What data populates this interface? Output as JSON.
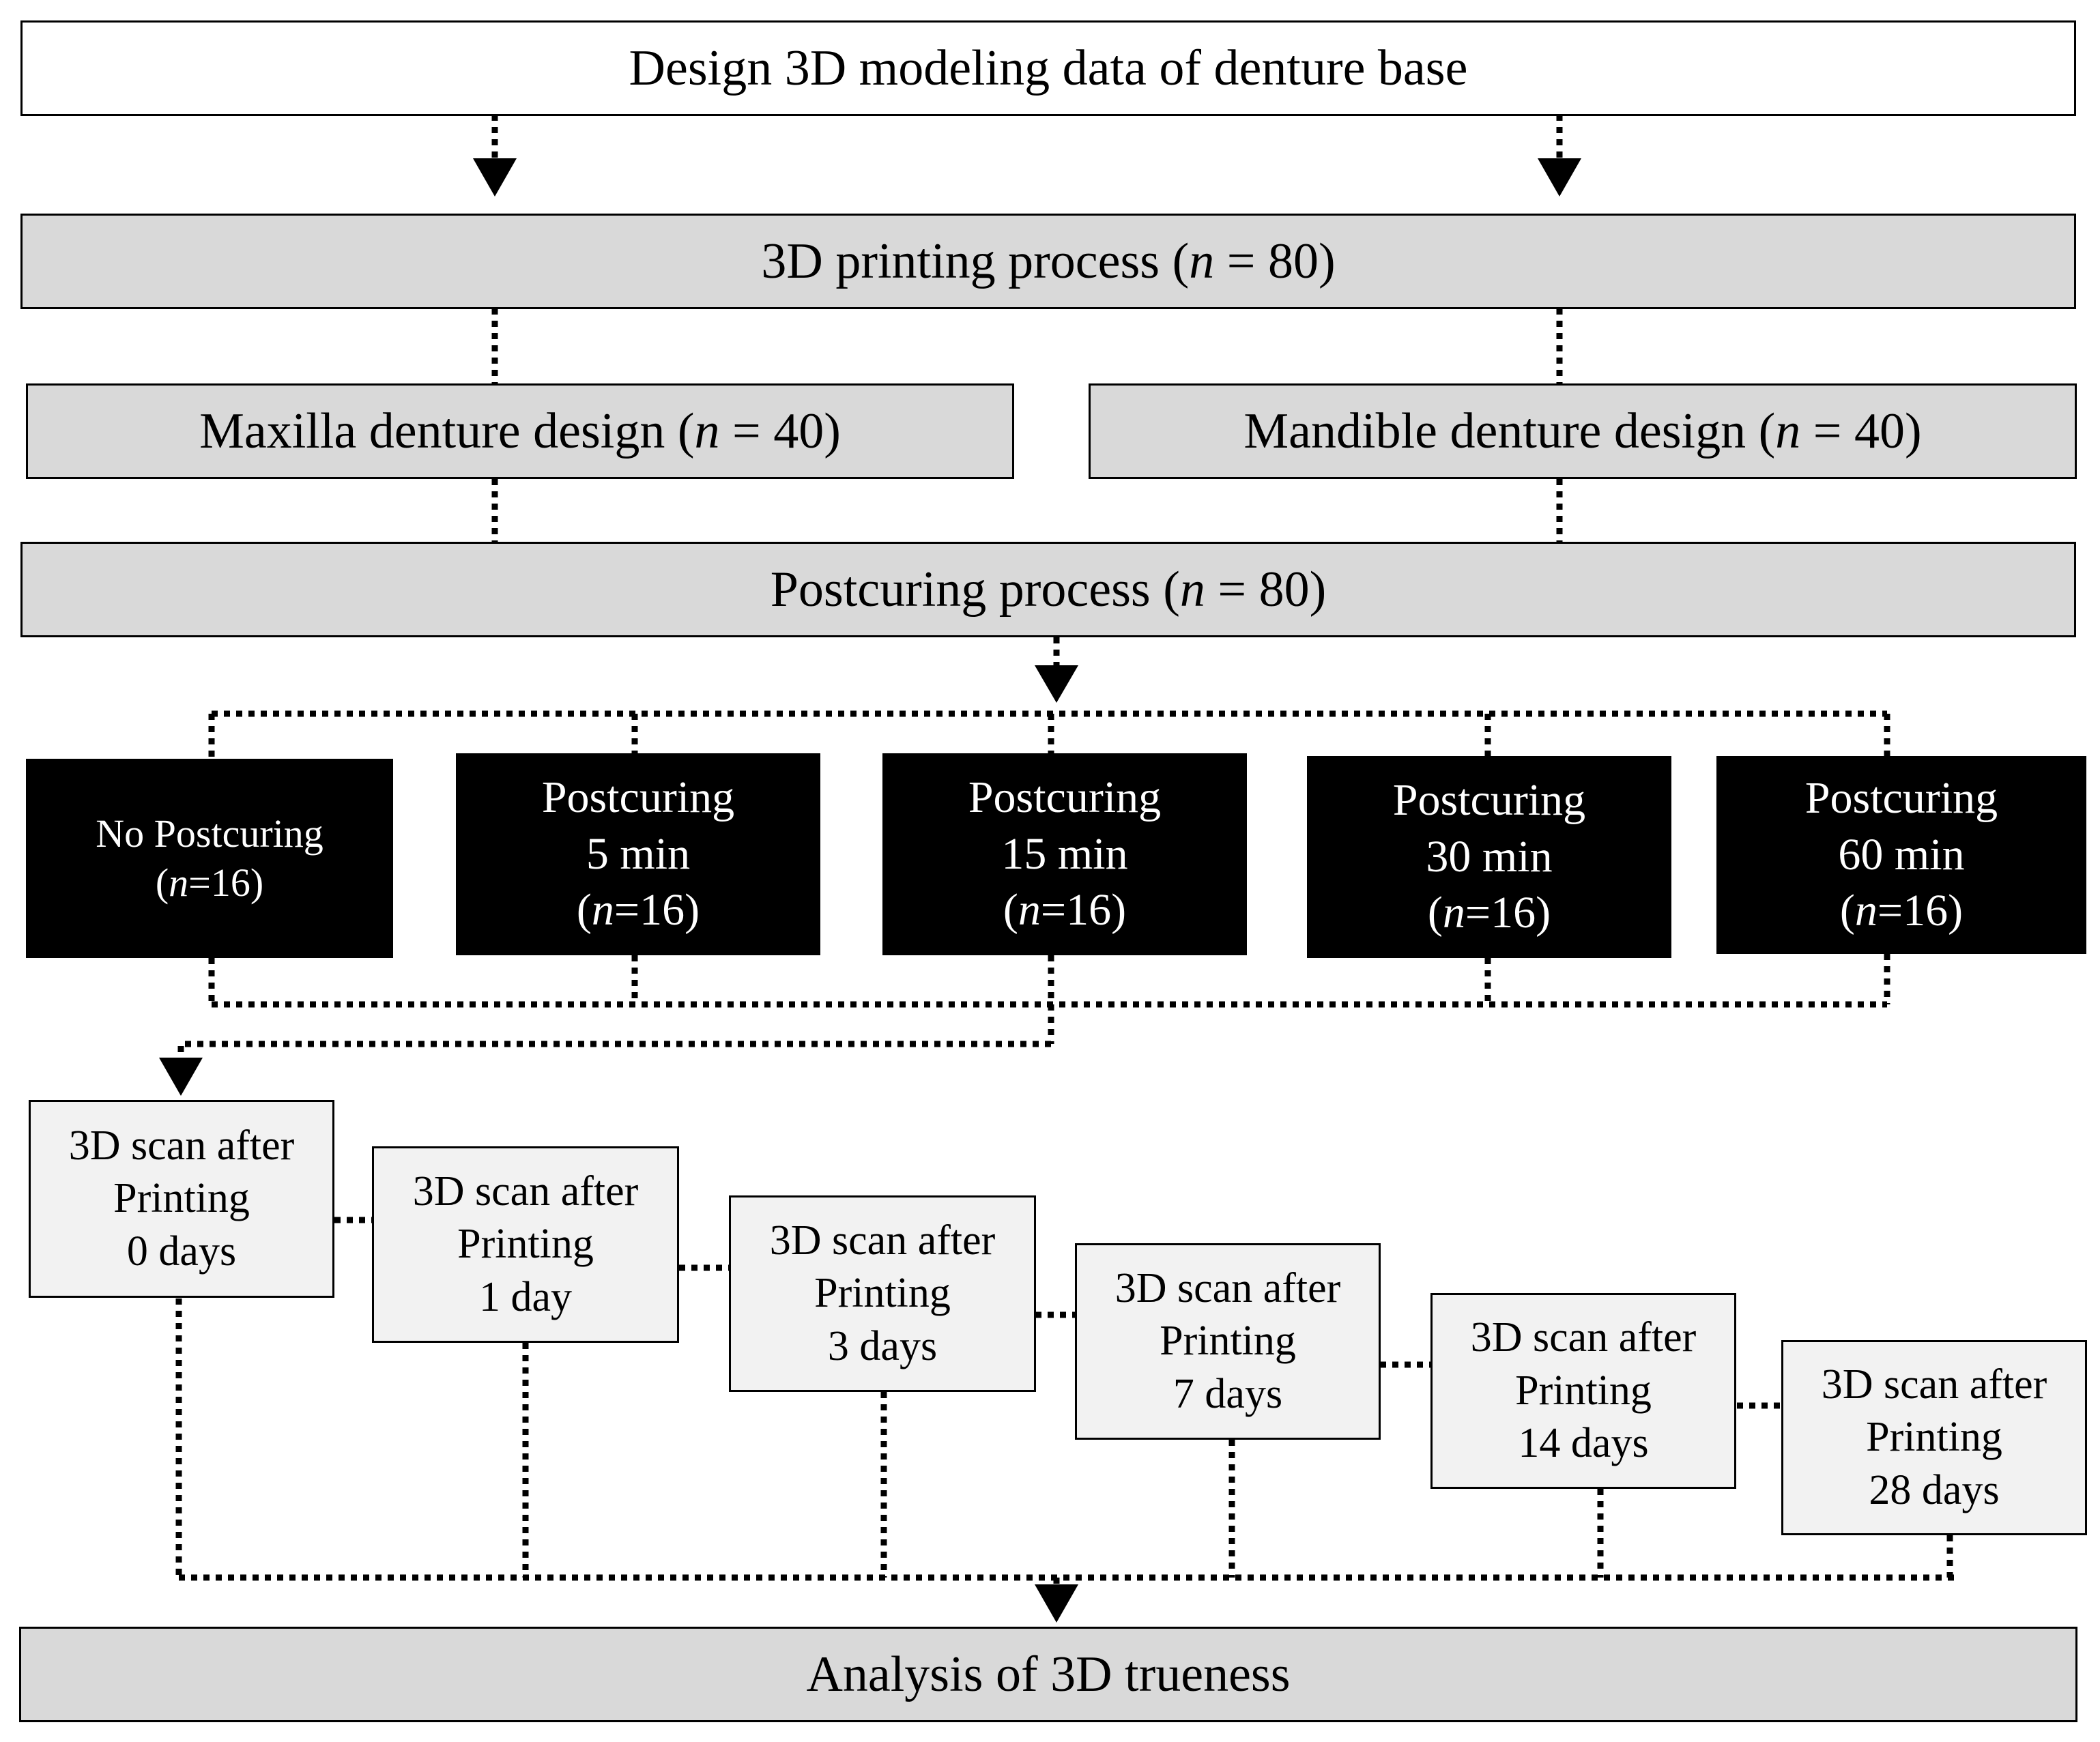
{
  "top": {
    "label": "Design 3D modeling data of denture base"
  },
  "printing": {
    "label": "3D printing process (",
    "n_sym": "n",
    "n_tail": " = 80)"
  },
  "maxilla": {
    "label": "Maxilla denture design (",
    "n_sym": "n",
    "n_tail": " = 40)"
  },
  "mandible": {
    "label": "Mandible denture design (",
    "n_sym": "n",
    "n_tail": " = 40)"
  },
  "postcuring_process": {
    "label": "Postcuring process (",
    "n_sym": "n",
    "n_tail": " = 80)"
  },
  "groups": [
    {
      "line1": "No Postcuring",
      "line2": "",
      "open": "(",
      "n_sym": "n",
      "close": "=16)"
    },
    {
      "line1": "Postcuring",
      "line2": "5 min",
      "open": "(",
      "n_sym": "n",
      "close": "=16)"
    },
    {
      "line1": "Postcuring",
      "line2": "15 min",
      "open": "(",
      "n_sym": "n",
      "close": "=16)"
    },
    {
      "line1": "Postcuring",
      "line2": "30 min",
      "open": "(",
      "n_sym": "n",
      "close": "=16)"
    },
    {
      "line1": "Postcuring",
      "line2": "60 min",
      "open": "(",
      "n_sym": "n",
      "close": "=16)"
    }
  ],
  "scans": [
    {
      "line1": "3D scan after",
      "line2": "Printing",
      "line3": "0 days"
    },
    {
      "line1": "3D scan after",
      "line2": "Printing",
      "line3": "1 day"
    },
    {
      "line1": "3D scan after",
      "line2": "Printing",
      "line3": "3 days"
    },
    {
      "line1": "3D scan after",
      "line2": "Printing",
      "line3": "7 days"
    },
    {
      "line1": "3D scan after",
      "line2": "Printing",
      "line3": "14 days"
    },
    {
      "line1": "3D scan after",
      "line2": "Printing",
      "line3": "28 days"
    }
  ],
  "analysis": {
    "label": "Analysis of 3D trueness"
  }
}
